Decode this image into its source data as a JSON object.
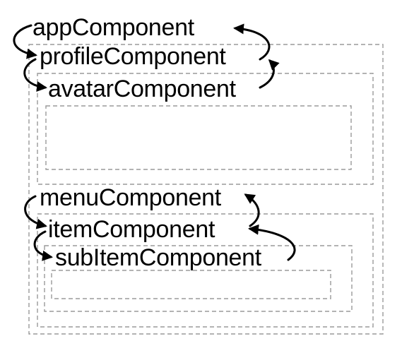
{
  "components": {
    "app": "appComponent",
    "profile": "profileComponent",
    "avatar": "avatarComponent",
    "menu": "menuComponent",
    "item": "itemComponent",
    "subItem": "subItemComponent"
  },
  "colors": {
    "box_stroke": "#9a9a9a",
    "arrow": "#000000",
    "text": "#000000",
    "background": "#ffffff"
  }
}
